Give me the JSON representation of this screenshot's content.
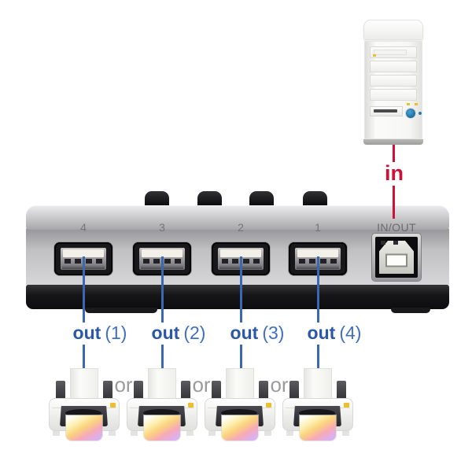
{
  "connection_in": {
    "label": "in"
  },
  "switch": {
    "inout_label": "IN/OUT",
    "port_labels": [
      "4",
      "3",
      "2",
      "1"
    ]
  },
  "out_labels": [
    {
      "word": "out",
      "num": "(1)"
    },
    {
      "word": "out",
      "num": "(2)"
    },
    {
      "word": "out",
      "num": "(3)"
    },
    {
      "word": "out",
      "num": "(4)"
    }
  ],
  "or_label": "or",
  "icons": {
    "computer": "computer-tower-icon",
    "switch_device": "usb-switch-device",
    "usb_a_port": "usb-a-port-icon",
    "usb_b_port": "usb-b-port-icon",
    "printer": "printer-icon"
  },
  "colors": {
    "in_red": "#ce1237",
    "line_blue": "#3a68b2",
    "out_text_blue": "#2b57a7",
    "out_num_blue": "#3f6fc0",
    "or_gray": "#9b9b9b",
    "port_label_gray": "#767679"
  }
}
